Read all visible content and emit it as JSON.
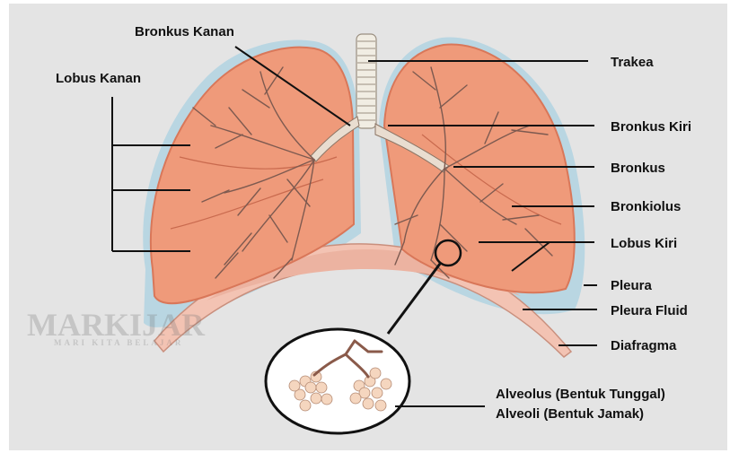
{
  "labels": {
    "bronkus_kanan": "Bronkus Kanan",
    "lobus_kanan": "Lobus Kanan",
    "trakea": "Trakea",
    "bronkus_kiri": "Bronkus Kiri",
    "bronkus": "Bronkus",
    "bronkiolus": "Bronkiolus",
    "lobus_kiri": "Lobus Kiri",
    "pleura": "Pleura",
    "pleura_fluid": "Pleura Fluid",
    "diafragma": "Diafragma",
    "alveolus": "Alveolus (Bentuk Tunggal)",
    "alveoli": "Alveoli (Bentuk Jamak)"
  },
  "watermark": {
    "main": "MARKIJAR",
    "sub": "MARI KITA BELAJAR"
  },
  "colors": {
    "background": "#e4e4e4",
    "lung": "#ef9a7a",
    "lung_dark": "#d97759",
    "pleura_fluid": "#b9d6e2",
    "bronchi": "#7d5a50",
    "trachea": "#f1ede3",
    "diaphragm": "#f3c3b3",
    "leader_line": "#111111"
  }
}
